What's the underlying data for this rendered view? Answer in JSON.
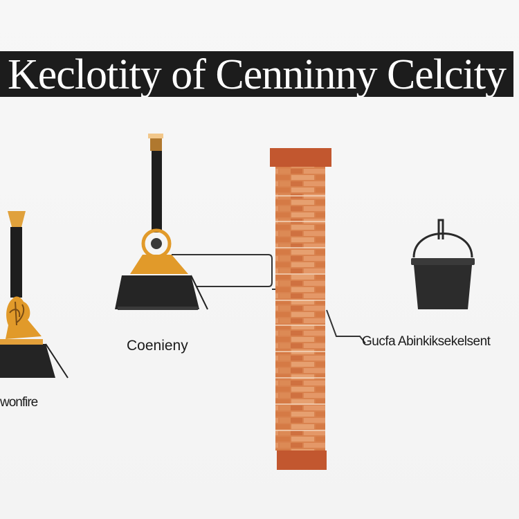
{
  "title": "Keclotity of Cenninny Celcity",
  "labels": {
    "left_device": "wonfire",
    "center_device": "Coenieny",
    "right_connector": "Gucfa   Abinkiksekelsent"
  },
  "colors": {
    "title_background": "#1c1c1c",
    "title_text": "#ffffff",
    "accent_orange": "#e19a2a",
    "base_dark": "#2a2a2a",
    "brick_red": "#c2572f",
    "brick_light": "#e0925e"
  },
  "icons": [
    "cone-stand-icon",
    "funnel-stand-icon",
    "brick-column-icon",
    "bucket-icon"
  ]
}
